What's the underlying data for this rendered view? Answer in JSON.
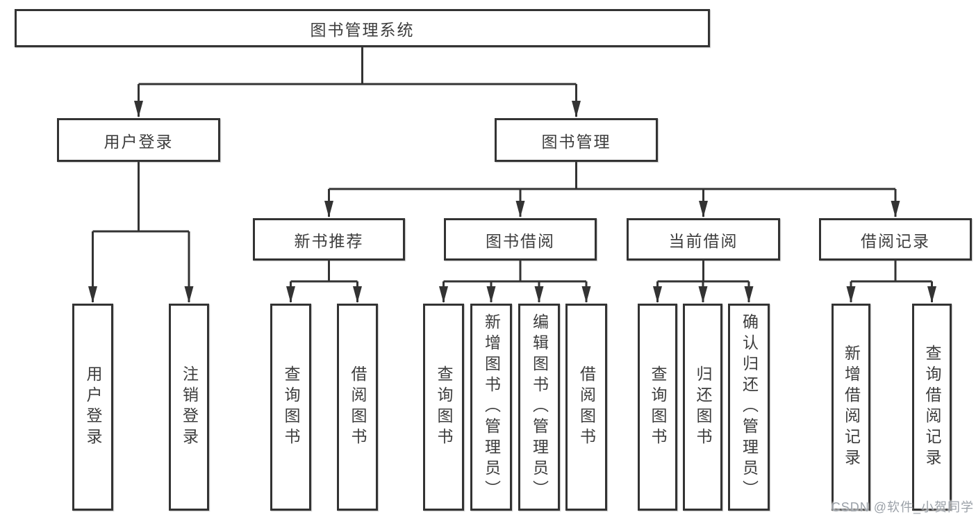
{
  "diagram": {
    "root": {
      "label": "图书管理系统"
    },
    "login": {
      "label": "用户登录",
      "children": [
        {
          "label": "用户登录"
        },
        {
          "label": "注销登录"
        }
      ]
    },
    "management": {
      "label": "图书管理",
      "sections": [
        {
          "label": "新书推荐",
          "children": [
            {
              "label": "查询图书"
            },
            {
              "label": "借阅图书"
            }
          ]
        },
        {
          "label": "图书借阅",
          "children": [
            {
              "label": "查询图书"
            },
            {
              "label": "新增图书（管理员）"
            },
            {
              "label": "编辑图书（管理员）"
            },
            {
              "label": "借阅图书"
            }
          ]
        },
        {
          "label": "当前借阅",
          "children": [
            {
              "label": "查询图书"
            },
            {
              "label": "归还图书"
            },
            {
              "label": "确认归还（管理员）"
            }
          ]
        },
        {
          "label": "借阅记录",
          "children": [
            {
              "label": "新增借阅记录"
            },
            {
              "label": "查询借阅记录"
            }
          ]
        }
      ]
    }
  },
  "watermark": {
    "text": "CSDN @软件_小贺同学"
  },
  "colors": {
    "line": "#333333",
    "border": "#333333",
    "text": "#3d3d3d",
    "watermark": "#9ba1a8",
    "background": "#ffffff"
  }
}
